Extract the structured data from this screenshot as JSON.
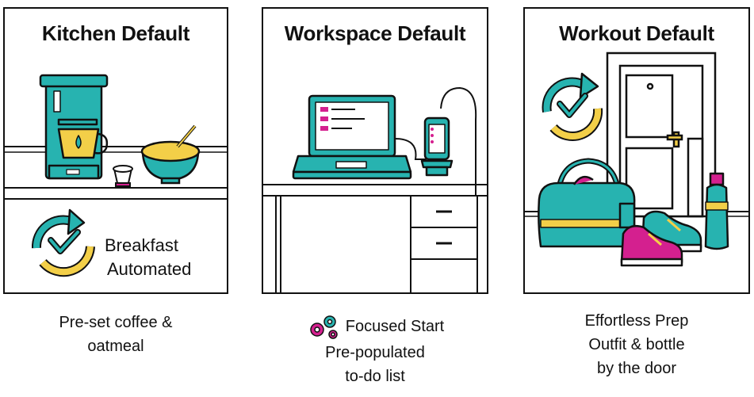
{
  "colors": {
    "teal": "#27b3b0",
    "yellow": "#f3cf48",
    "magenta": "#d4208f",
    "outline": "#111111"
  },
  "panels": [
    {
      "title": "Kitchen Default",
      "badge_label_line1": "Breakfast",
      "badge_label_line2": "Automated",
      "caption_line1": "Pre-set coffee &",
      "caption_line2": "oatmeal"
    },
    {
      "title": "Workspace Default",
      "caption_header": "Focused Start",
      "caption_line1": "Pre-populated",
      "caption_line2": "to-do list"
    },
    {
      "title": "Workout Default",
      "caption_line1": "Effortless Prep",
      "caption_line2": "Outfit & bottle",
      "caption_line3": "by the door"
    }
  ],
  "icons": {
    "kitchen": [
      "coffee-maker-icon",
      "coffee-pod-icon",
      "oatmeal-bowl-icon",
      "refresh-check-icon"
    ],
    "workspace": [
      "laptop-icon",
      "phone-icon",
      "desk-icon",
      "gears-icon"
    ],
    "workout": [
      "refresh-check-icon",
      "door-icon",
      "gym-bag-icon",
      "sneakers-icon",
      "water-bottle-icon"
    ]
  }
}
